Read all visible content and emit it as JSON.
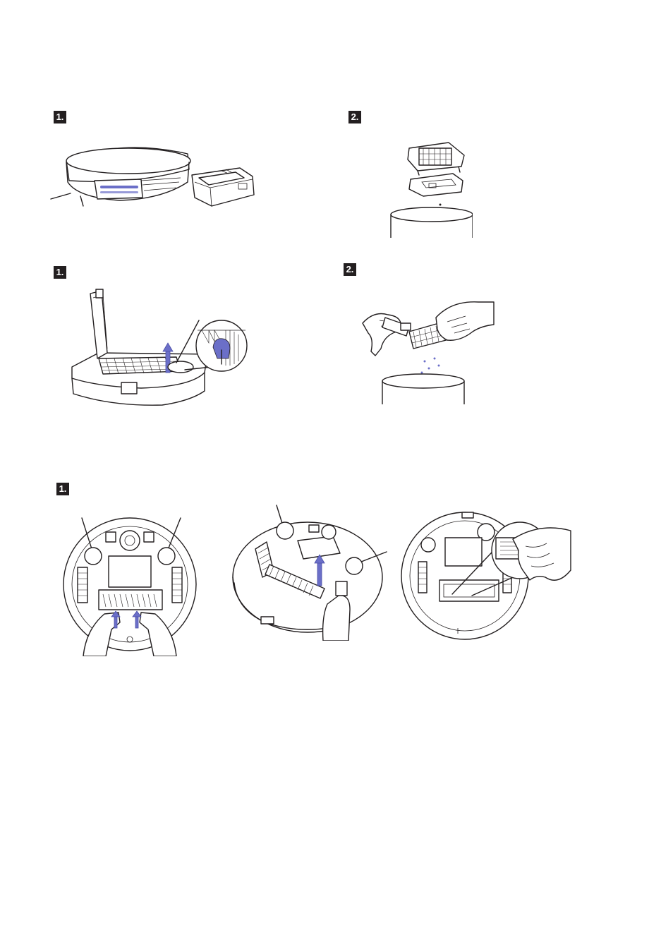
{
  "steps": {
    "dustbin_remove": "1.",
    "dustbin_empty": "2.",
    "filter_open": "1.",
    "filter_clean": "2.",
    "brush_remove": "1."
  },
  "colors": {
    "badge": "#231f20",
    "line": "#231f20",
    "accent": "#6b6fc8"
  }
}
